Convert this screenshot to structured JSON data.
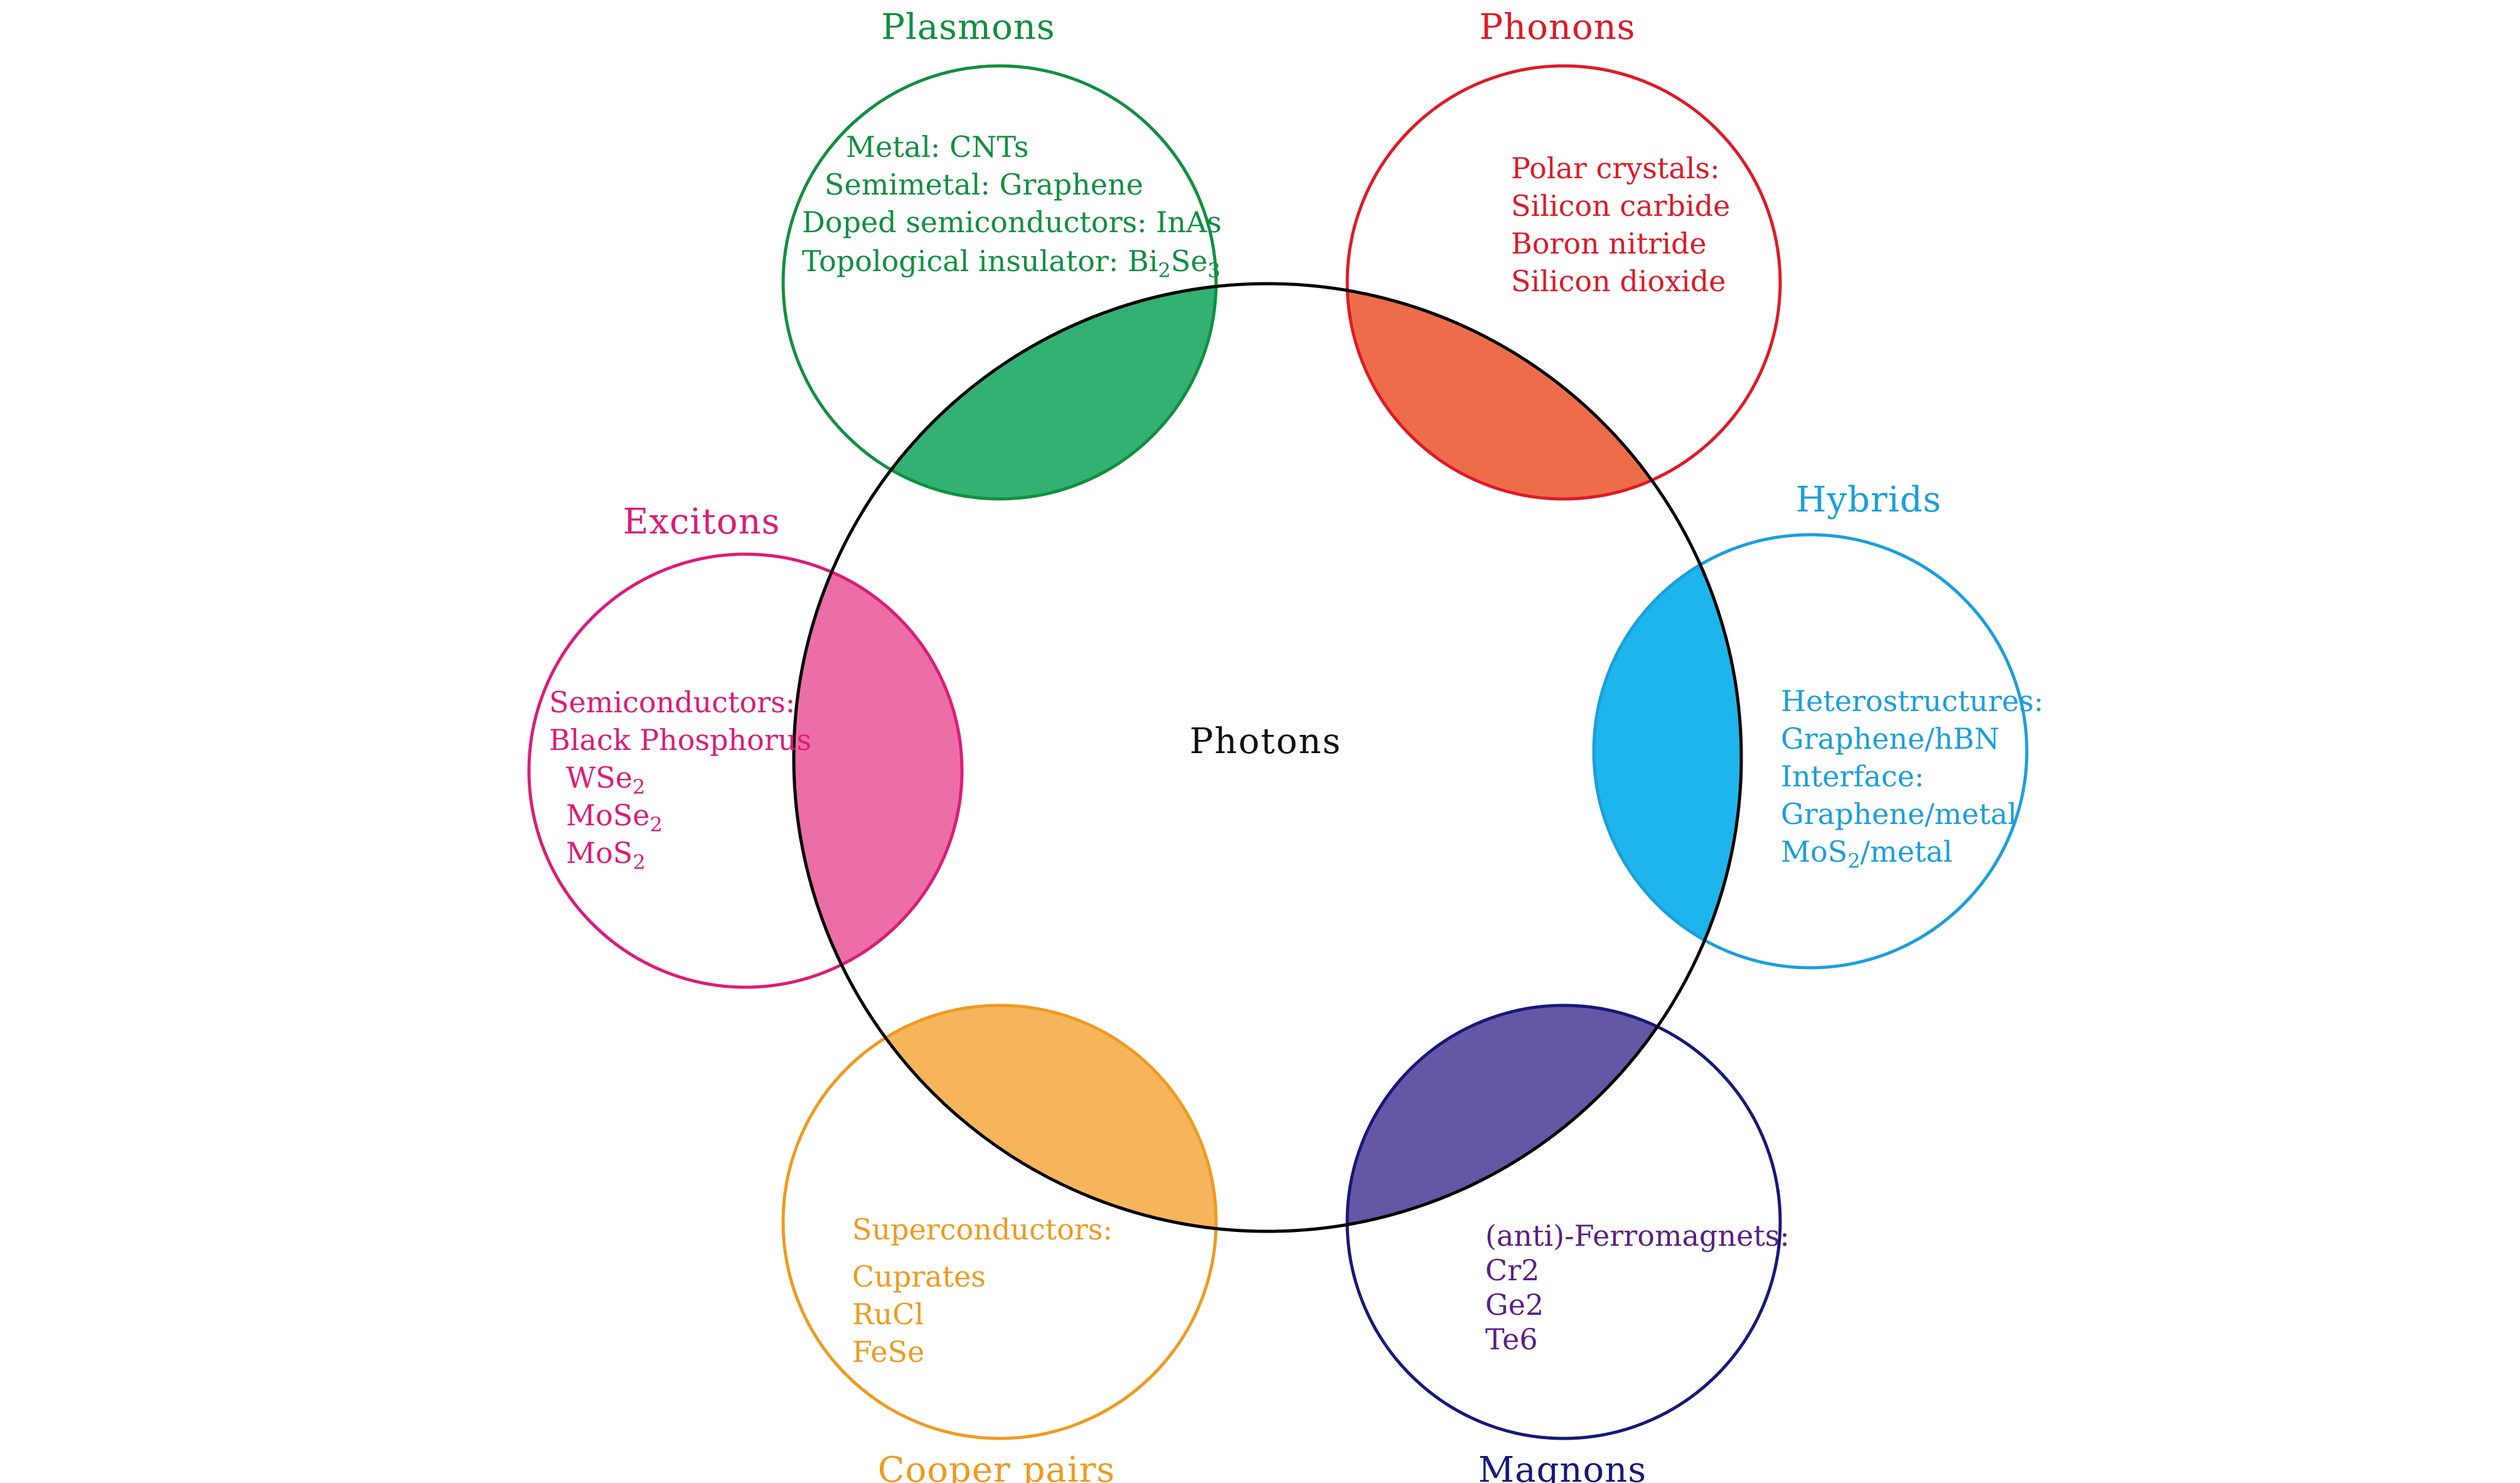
{
  "center_label": "Photons",
  "colors": {
    "main_circle": "#000000",
    "plasmons": "#109040",
    "plasmons_fill": "#33b172",
    "phonons": "#e01a26",
    "phonons_fill": "#ed6d4a",
    "hybrids": "#1a9fde",
    "hybrids_fill": "#1db5ec",
    "magnons": "#15197a",
    "magnons_text": "#5b1f84",
    "magnons_fill": "#6457a5",
    "cooper": "#ef9a1e",
    "cooper_fill": "#f6b55b",
    "excitons": "#de1b79",
    "excitons_fill": "#eb6ea6"
  },
  "nodes": {
    "plasmons": {
      "title": "Plasmons",
      "lines": [
        "Metal: CNTs",
        "Semimetal: Graphene",
        "Doped semiconductors: InAs",
        "Topological insulator: Bi",
        "2",
        "Se",
        "3"
      ]
    },
    "phonons": {
      "title": "Phonons",
      "lines": [
        "Polar crystals:",
        "Silicon carbide",
        "Boron nitride",
        "Silicon dioxide"
      ]
    },
    "hybrids": {
      "title": "Hybrids",
      "lines": [
        "Heterostructures:",
        "Graphene/hBN",
        "Interface:",
        "Graphene/metal",
        "MoS",
        "2",
        "/metal"
      ]
    },
    "magnons": {
      "title": "Magnons",
      "lines": [
        "(anti)-Ferromagnets:",
        "Cr2",
        "Ge2",
        "Te6"
      ]
    },
    "cooper": {
      "title": "Cooper pairs",
      "lines": [
        "Superconductors:",
        "Cuprates",
        "RuCl",
        "FeSe"
      ]
    },
    "excitons": {
      "title": "Excitons",
      "lines": [
        "Semiconductors:",
        "Black Phosphorus",
        "WSe",
        "2",
        "MoSe",
        "2",
        "MoS",
        "2"
      ]
    }
  }
}
